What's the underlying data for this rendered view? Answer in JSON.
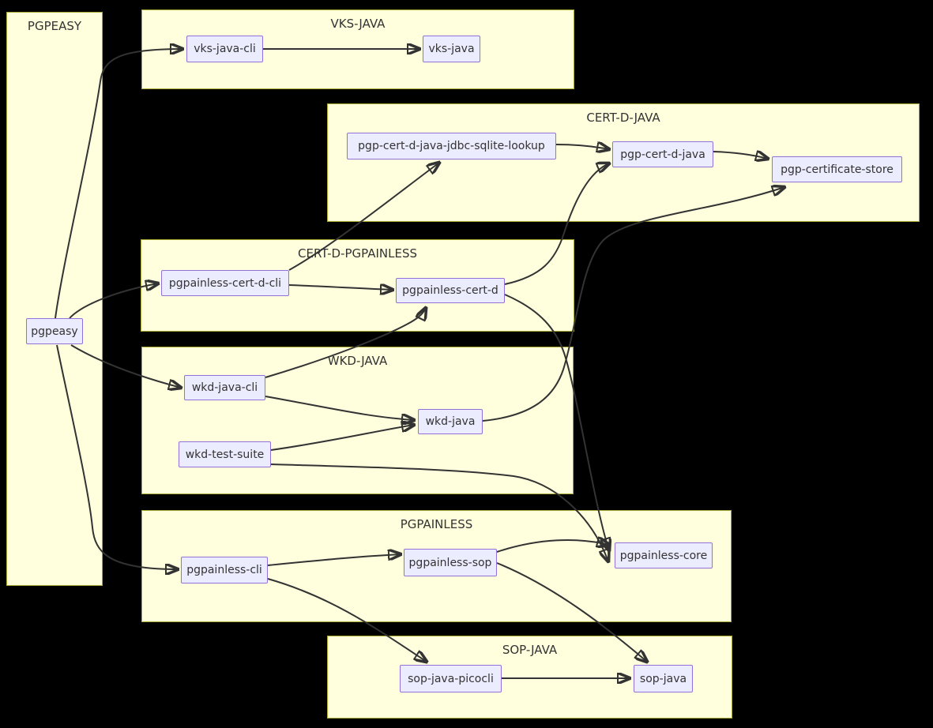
{
  "diagram": {
    "type": "dependency-graph",
    "background_color": "#000000",
    "colors": {
      "cluster_fill": "#ffffde",
      "cluster_border": "#aaaa33",
      "node_fill": "#ececff",
      "node_border": "#9370db",
      "edge_stroke": "#333333",
      "text": "#333333"
    },
    "clusters": [
      {
        "label": "PGPEASY",
        "nodes": [
          {
            "label": "pgpeasy"
          }
        ]
      },
      {
        "label": "VKS-JAVA",
        "nodes": [
          {
            "label": "vks-java-cli"
          },
          {
            "label": "vks-java"
          }
        ]
      },
      {
        "label": "CERT-D-JAVA",
        "nodes": [
          {
            "label": "pgp-cert-d-java-jdbc-sqlite-lookup"
          },
          {
            "label": "pgp-cert-d-java"
          },
          {
            "label": "pgp-certificate-store"
          }
        ]
      },
      {
        "label": "CERT-D-PGPAINLESS",
        "nodes": [
          {
            "label": "pgpainless-cert-d-cli"
          },
          {
            "label": "pgpainless-cert-d"
          }
        ]
      },
      {
        "label": "WKD-JAVA",
        "nodes": [
          {
            "label": "wkd-java-cli"
          },
          {
            "label": "wkd-java"
          },
          {
            "label": "wkd-test-suite"
          }
        ]
      },
      {
        "label": "PGPAINLESS",
        "nodes": [
          {
            "label": "pgpainless-cli"
          },
          {
            "label": "pgpainless-sop"
          },
          {
            "label": "pgpainless-core"
          }
        ]
      },
      {
        "label": "SOP-JAVA",
        "nodes": [
          {
            "label": "sop-java-picocli"
          },
          {
            "label": "sop-java"
          }
        ]
      }
    ],
    "edges": [
      {
        "from": "pgpeasy",
        "to": "vks-java-cli"
      },
      {
        "from": "vks-java-cli",
        "to": "vks-java"
      },
      {
        "from": "pgpeasy",
        "to": "pgpainless-cert-d-cli"
      },
      {
        "from": "pgpeasy",
        "to": "wkd-java-cli"
      },
      {
        "from": "pgpeasy",
        "to": "pgpainless-cli"
      },
      {
        "from": "pgpainless-cert-d-cli",
        "to": "pgp-cert-d-java-jdbc-sqlite-lookup"
      },
      {
        "from": "pgp-cert-d-java-jdbc-sqlite-lookup",
        "to": "pgp-cert-d-java"
      },
      {
        "from": "pgp-cert-d-java",
        "to": "pgp-certificate-store"
      },
      {
        "from": "pgpainless-cert-d-cli",
        "to": "pgpainless-cert-d"
      },
      {
        "from": "pgpainless-cert-d",
        "to": "pgp-cert-d-java"
      },
      {
        "from": "pgpainless-cert-d",
        "to": "pgpainless-core"
      },
      {
        "from": "wkd-java-cli",
        "to": "pgpainless-cert-d"
      },
      {
        "from": "wkd-java-cli",
        "to": "wkd-java"
      },
      {
        "from": "wkd-test-suite",
        "to": "wkd-java"
      },
      {
        "from": "wkd-test-suite",
        "to": "pgpainless-core"
      },
      {
        "from": "wkd-java",
        "to": "pgp-certificate-store"
      },
      {
        "from": "pgpainless-cli",
        "to": "pgpainless-sop"
      },
      {
        "from": "pgpainless-sop",
        "to": "pgpainless-core"
      },
      {
        "from": "pgpainless-sop",
        "to": "sop-java"
      },
      {
        "from": "pgpainless-cli",
        "to": "sop-java-picocli"
      },
      {
        "from": "sop-java-picocli",
        "to": "sop-java"
      }
    ]
  }
}
